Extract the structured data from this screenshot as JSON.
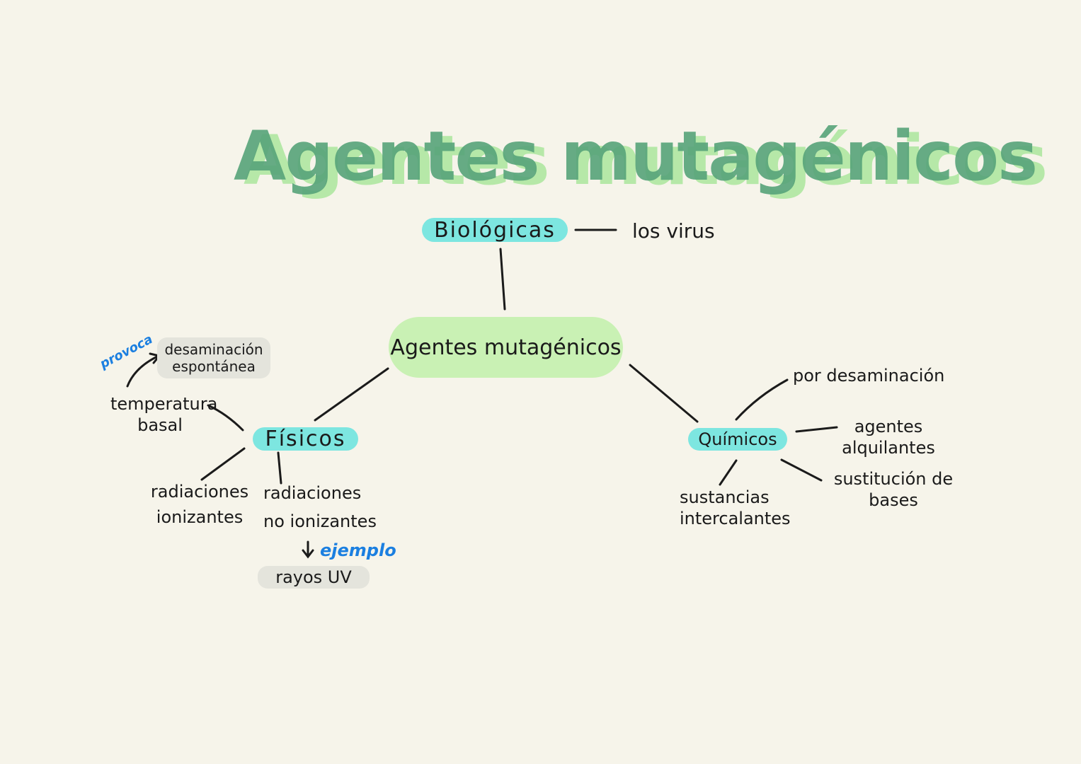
{
  "title": "Agentes mutagénicos",
  "center": "Agentes mutagénicos",
  "categories": {
    "biologicas": {
      "label": "Biológicas",
      "example": "los virus"
    },
    "fisicos": {
      "label": "Físicos"
    },
    "quimicos": {
      "label": "Químicos"
    }
  },
  "fisicos_items": {
    "temperatura": "temperatura basal",
    "temperatura_line1": "temperatura",
    "temperatura_line2": "basal",
    "provoca": "provoca",
    "desaminacion_line1": "desaminación",
    "desaminacion_line2": "espontánea",
    "ionizantes_line1": "radiaciones",
    "ionizantes_line2": "ionizantes",
    "no_ionizantes_line1": "radiaciones",
    "no_ionizantes_line2": "no ionizantes",
    "ejemplo": "ejemplo",
    "rayos": "rayos UV"
  },
  "quimicos_items": {
    "desaminacion": "por desaminación",
    "alquilantes_line1": "agentes",
    "alquilantes_line2": "alquilantes",
    "sustitucion_line1": "sustitución de",
    "sustitucion_line2": "bases",
    "intercalantes_line1": "sustancias",
    "intercalantes_line2": "intercalantes"
  },
  "colors": {
    "background": "#f6f4ea",
    "title_green": "#57a47a",
    "title_shadow": "#b6e8a8",
    "cyan_pill": "#7de6e0",
    "center_pill": "#c9f1b4",
    "grey_pill": "#e4e4dc",
    "annotation_blue": "#1b7fe0"
  }
}
